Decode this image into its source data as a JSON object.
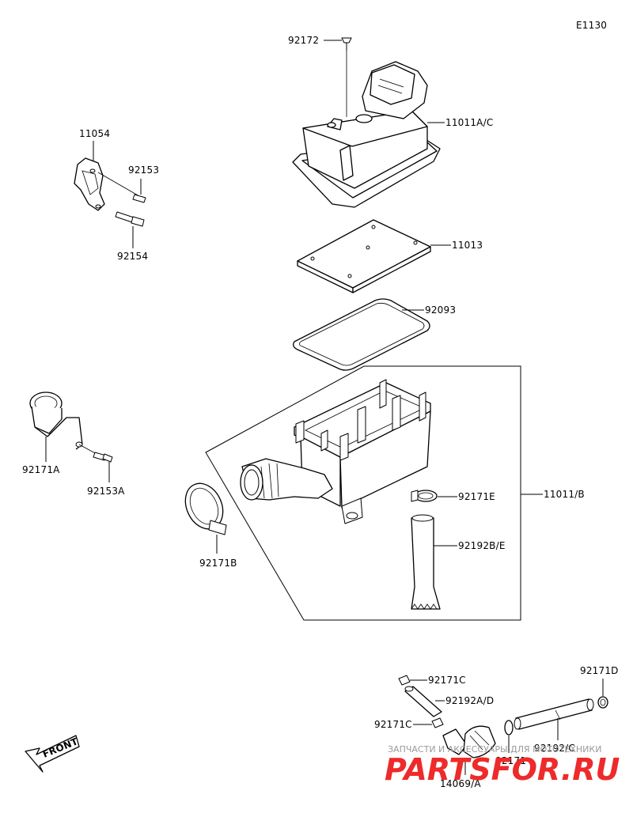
{
  "diagram_code": "E1130",
  "labels": {
    "p92172": "92172",
    "p11011ac": "11011A/C",
    "p11054": "11054",
    "p92153": "92153",
    "p92154": "92154",
    "p11013": "11013",
    "p92093": "92093",
    "p92171a": "92171A",
    "p92153a": "92153A",
    "p92171e": "92171E",
    "p11011b": "11011/B",
    "p92192be": "92192B/E",
    "p92171b": "92171B",
    "p92171c_top": "92171C",
    "p92192ad": "92192A/D",
    "p92171c_bot": "92171C",
    "p92171d": "92171D",
    "p92192c": "92192/C",
    "p92171": "92171",
    "p14069a": "14069/A"
  },
  "front_label": "FRONT",
  "watermark": {
    "line1": "ЗАПЧАСТИ И АКСЕССУАРЫ ДЛЯ МОТОТЕХНИКИ",
    "line2": "PARTSFOR.RU"
  }
}
